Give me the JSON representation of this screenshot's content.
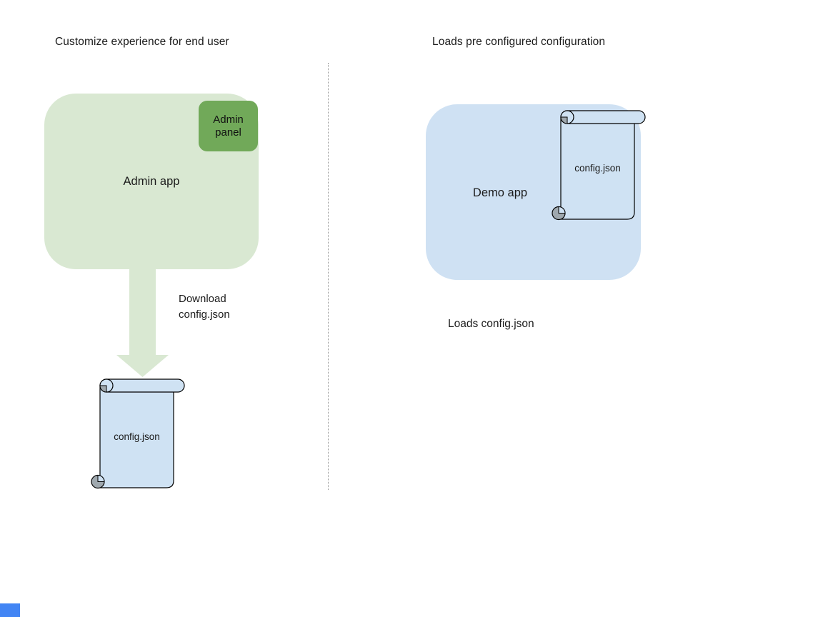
{
  "left": {
    "title": "Customize experience for end user",
    "admin_app_label": "Admin app",
    "admin_panel_label": "Admin panel",
    "arrow_label": "Download config.json",
    "scroll_label": "config.json"
  },
  "right": {
    "title": "Loads pre configured configuration",
    "demo_app_label": "Demo app",
    "scroll_label": "config.json",
    "caption": "Loads config.json"
  },
  "icons": {
    "arrow": "down-arrow-icon",
    "scroll_left": "scroll-icon",
    "scroll_right": "scroll-icon"
  },
  "colors": {
    "admin_app_fill": "#d9e8d2",
    "admin_panel_fill": "#71a959",
    "demo_app_fill": "#cfe1f3",
    "scroll_fill": "#cfe2f3",
    "curl_gray": "#9fa8ae",
    "arrow_fill": "#d9e8d2",
    "divider_gray": "#9e9e9e",
    "corner_square": "#4285f4",
    "text": "#1b1b1b"
  }
}
